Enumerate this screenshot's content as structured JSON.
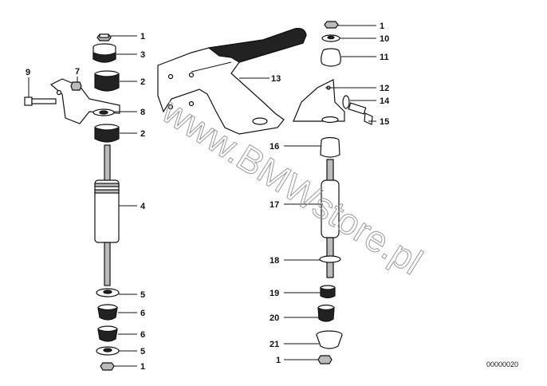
{
  "watermark": "www.BMWstore.pl",
  "diagram_id": "00000020",
  "callouts": {
    "left": {
      "c1_top": "1",
      "c3": "3",
      "c2_upper": "2",
      "c7": "7",
      "c9": "9",
      "c8": "8",
      "c2_lower": "2",
      "c4": "4",
      "c5_upper": "5",
      "c6_upper": "6",
      "c6_lower": "6",
      "c5_lower": "5",
      "c1_bottom": "1"
    },
    "right": {
      "c1_top": "1",
      "c10": "10",
      "c11": "11",
      "c13": "13",
      "c12": "12",
      "c14": "14",
      "c15": "15",
      "c16": "16",
      "c17": "17",
      "c18": "18",
      "c19": "19",
      "c20": "20",
      "c21": "21",
      "c1_bottom": "1"
    }
  }
}
